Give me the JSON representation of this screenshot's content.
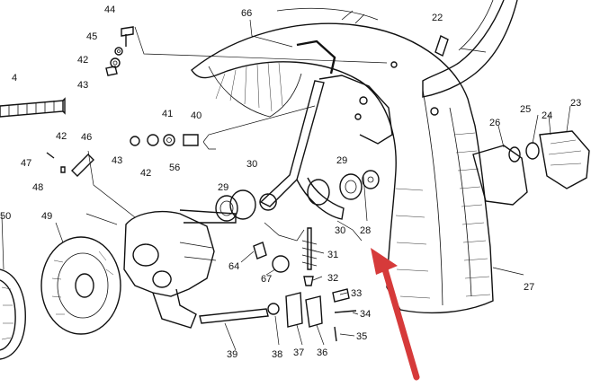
{
  "figure": {
    "callouts": {
      "n4": "4",
      "n22": "22",
      "n23": "23",
      "n24": "24",
      "n25": "25",
      "n26": "26",
      "n27": "27",
      "n28": "28",
      "n29a": "29",
      "n29b": "29",
      "n30a": "30",
      "n30b": "30",
      "n31": "31",
      "n32": "32",
      "n33": "33",
      "n34": "34",
      "n35": "35",
      "n36": "36",
      "n37": "37",
      "n38": "38",
      "n39": "39",
      "n40": "40",
      "n41": "41",
      "n42a": "42",
      "n42b": "42",
      "n42c": "42",
      "n43a": "43",
      "n43b": "43",
      "n44": "44",
      "n45": "45",
      "n46": "46",
      "n47": "47",
      "n48": "48",
      "n49": "49",
      "n50": "50",
      "n56": "56",
      "n64": "64",
      "n66": "66",
      "n67": "67"
    },
    "arrow_color": "#d63a3a"
  }
}
